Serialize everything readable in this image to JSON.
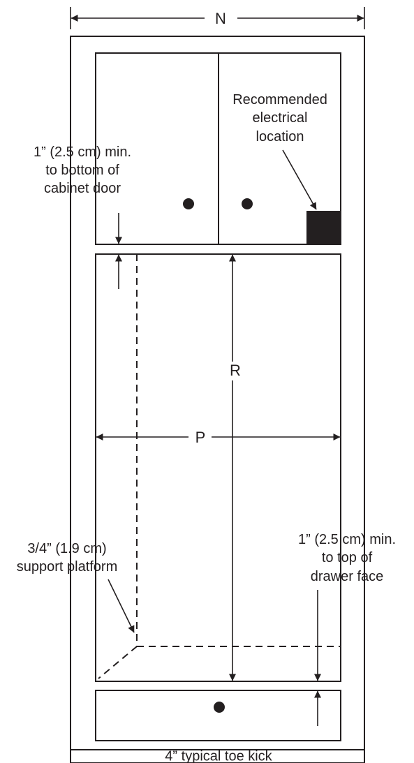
{
  "labels": {
    "width_dimension": "N",
    "opening_width": "P",
    "opening_height": "R",
    "electrical_lines": [
      "Recommended",
      "electrical",
      "location"
    ],
    "door_clearance_lines": [
      "1” (2.5 cm) min.",
      "to bottom of",
      "cabinet door"
    ],
    "drawer_clearance_lines": [
      "1” (2.5 cm) min.",
      "to top of",
      "drawer face"
    ],
    "platform_lines": [
      "3/4” (1.9 cm)",
      "support platform"
    ],
    "toe_kick": "4” typical toe kick"
  },
  "colors": {
    "stroke": "#231f20",
    "fill": "#231f20",
    "background": "#ffffff"
  }
}
